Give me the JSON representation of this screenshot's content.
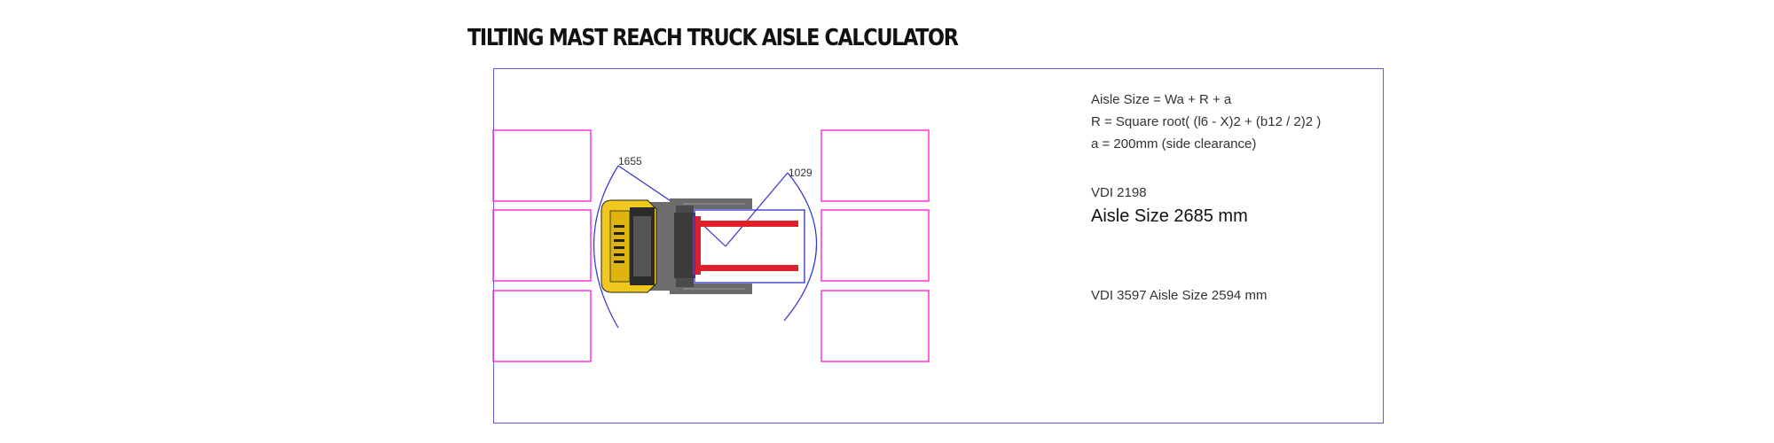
{
  "page": {
    "title": "Tilting Mast Reach Truck Aisle Calculator"
  },
  "formula": {
    "line1": "Aisle Size = Wa + R + a",
    "line2": "R = Square root( (l6 - X)2 + (b12 / 2)2 )",
    "line3": "a = 200mm (side clearance)"
  },
  "results": {
    "vdi2198_label": "VDI 2198",
    "vdi2198_value": "Aisle Size 2685 mm",
    "vdi3597": "VDI 3597 Aisle Size 2594 mm"
  },
  "diagram": {
    "radius_left_label": "1655",
    "radius_right_label": "1029",
    "colors": {
      "frame": "#5b5bdc",
      "racks": "#ff33dd",
      "arcs": "#3333cc",
      "forks": "#e0202a",
      "truck_body": "#f0c81e",
      "truck_chassis": "#555555"
    }
  }
}
